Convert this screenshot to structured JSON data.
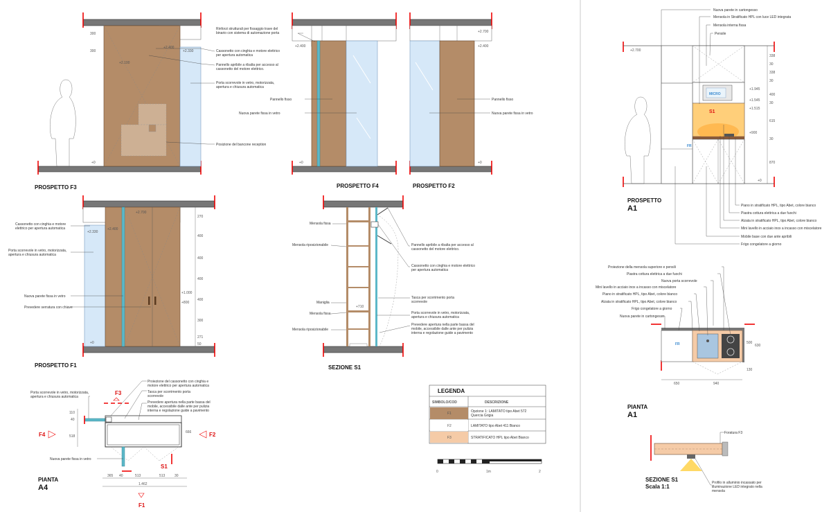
{
  "drawings": {
    "f3": {
      "title": "PROSPETTO F3"
    },
    "f4": {
      "title": "PROSPETTO F4"
    },
    "f2": {
      "title": "PROSPETTO F2"
    },
    "f1": {
      "title": "PROSPETTO F1"
    },
    "s1": {
      "title": "SEZIONE S1"
    },
    "a4": {
      "title_small": "PIANTA",
      "title_big": "A4"
    },
    "a1_elev": {
      "title_small": "PROSPETTO",
      "title_big": "A1"
    },
    "a1_plan": {
      "title_small": "PIANTA",
      "title_big": "A1"
    },
    "s1_detail": {
      "title": "SEZIONE S1",
      "scale": "Scala 1:1"
    }
  },
  "labels": {
    "f3": {
      "l1": "Cassonetto con cinghia e motore elettrico",
      "l2": "per apertura automatica",
      "l3": "Pannello apribile a ribalta per accesso al",
      "l4": "cassonetto del motore elettrico.",
      "l5": "Porta scorrevole in vetro, motorizzata,",
      "l6": "apertura e chiusura automatica",
      "l7": "Posizione del bancone reception",
      "d1": "300",
      "d2": "300",
      "lv1": "+2.400",
      "lv2": "+2.100",
      "lv3": "+2.330",
      "lv0": "+0"
    },
    "f4": {
      "l1": "Rinforzi strutturali per fissaggio trave del",
      "l2": "binario con sistema di automazione porta",
      "l3": "Pannello fisso",
      "l4": "Nuova parete fissa in vetro",
      "lv1": "+2.400",
      "lv0": "+0"
    },
    "f2": {
      "l1": "Pannello fisso",
      "l2": "Nuova parete fissa in vetro",
      "lv1": "+2.700",
      "lv2": "+2.400",
      "lv0": "+0"
    },
    "f1": {
      "l1": "Cassonetto con cinghia e motore",
      "l2": "elettrico per apertura automatica",
      "l3": "Porta scorrevole in vetro, motorizzata,",
      "l4": "apertura e chiusura automatica",
      "l5": "Nuova parete fissa in vetro",
      "l6": "Prevedere serratura con chiave",
      "lv1": "+2.700",
      "lv2": "+2.400",
      "lv3": "+2.330",
      "lv4": "+1.000",
      "lv5": "+800",
      "lv0": "+0",
      "dims": [
        "270",
        "400",
        "400",
        "400",
        "400",
        "300",
        "271",
        "50"
      ]
    },
    "s1": {
      "l1": "Mensola fissa",
      "l2": "Mensola riposizionabile",
      "l3": "Maniglia",
      "l4": "Mensola fissa",
      "l5": "Mensola riposizionabile",
      "l6": "Pannello apribile a ribalta per accesso al",
      "l7": "cassonetto del motore elettrico.",
      "l8": "Cassonetto con cinghia e motore elettrico",
      "l9": "per apertura automatica",
      "l10": "Tasca per scorrimento porta",
      "l11": "scorrevole",
      "l12": "Porta scorrevole in vetro, motorizzata,",
      "l13": "apertura e chiusura automatica",
      "l14": "Prevedere apertura nella parte bassa del",
      "l15": "mobile, accessibile dalle ante per pulizia",
      "l16": "interna e regolazione guide a pavimento",
      "lv1": "+710"
    },
    "a4": {
      "l1": "Porta scorrevole in vetro, motorizzata,",
      "l2": "apertura e chiusura automatica",
      "l3": "Proiezione del cassonetto con cinghia e",
      "l4": "motore elettrico per apertura automatica",
      "l5": "Tasca per scorrimento porta",
      "l6": "scorrevole",
      "l7": "Prevedere apertura nella parte bassa del",
      "l8": "mobile, accessibile dalle ante per pulizia",
      "l9": "interna e regolazione guide a pavimento",
      "l10": "Nuova parete fissa in vetro",
      "m_f3": "F3",
      "m_f4": "F4",
      "m_f2": "F2",
      "m_f1": "F1",
      "m_s1": "S1",
      "d_110": "110",
      "d_40": "40",
      "d_518": "518",
      "d_666": "666",
      "bottom_dims": [
        "365",
        "40",
        "513",
        "513",
        "30"
      ],
      "total": "1.462"
    },
    "a1_elev": {
      "l1": "Nuova parete in cartongesso",
      "l2": "Mensola in Stratificato HPL con luce LED integrata",
      "l3": "Mensola interna fissa",
      "l4": "Pensile",
      "r1": "Piano in stratificato HPL, tipo Abet, colore bianco",
      "r2": "Piastra cottura elettrica a due fuochi",
      "r3": "Alzata in stratificato HPL, tipo Abet, colore bianco",
      "r4": "Mini lavello in acciaio inox a incasso con miscelatore",
      "r5": "Mobile base con due ante apribili",
      "r6": "Frigo congelatore a giorno",
      "micro": "MICRO",
      "s1": "S1",
      "fr": "FR",
      "lv1": "+2.700",
      "lv2": "+1.945",
      "lv3": "+1.545",
      "lv4": "+1.515",
      "lv5": "+900",
      "lv0": "+0",
      "dims": [
        "338",
        "30",
        "338",
        "30",
        "400",
        "30",
        "615",
        "30",
        "870"
      ]
    },
    "a1_plan": {
      "l1": "Proiezione della mensola superiore e pensili",
      "l2": "Piastra cottura elettrica a due fuochi",
      "l3": "Nuova porta scorrevole",
      "l4": "Mini lavello in acciaio inox a incasso con miscelatore",
      "l5": "Piano in stratificato HPL, tipo Abet, colore bianco",
      "l6": "Alzata in stratificato HPL, tipo Abet, colore bianco",
      "l7": "Frigo congelatore a giorno",
      "l8": "Nuova parete in cartongesso",
      "fr": "FR",
      "d_500": "500",
      "d_630": "630",
      "d_130": "130",
      "d_650": "650",
      "d_940": "940"
    },
    "s1_detail": {
      "l1": "Foratura F3",
      "l2": "Profilo in alluminio incassato per",
      "l3": "illuminazione LED integrato nella",
      "l4": "mensola"
    }
  },
  "legend": {
    "title": "LEGENDA",
    "col1": "SIMBOLO/COD",
    "col2": "DESCRIZIONE",
    "rows": [
      {
        "code": "F1",
        "desc1": "Opzione 1: LAMITATO tipo Abet 572",
        "desc2": "Quercia Grigia",
        "color": "#b48c68"
      },
      {
        "code": "F2",
        "desc1": "LAMITATO tipo Abet 411 Bianco",
        "desc2": "",
        "color": "#ffffff"
      },
      {
        "code": "F3",
        "desc1": "STRATIFICATO HPL tipo Abet Bianco",
        "desc2": "",
        "color": "#f5cba7"
      }
    ]
  },
  "scale_bar": {
    "t0": "0",
    "t1": "1m",
    "t2": "2"
  },
  "colors": {
    "wood": "#b48c68",
    "glass": "#d6e8f8",
    "peach": "#f5cba7",
    "red_marks": "#ee0000",
    "led": "#ffb347"
  }
}
